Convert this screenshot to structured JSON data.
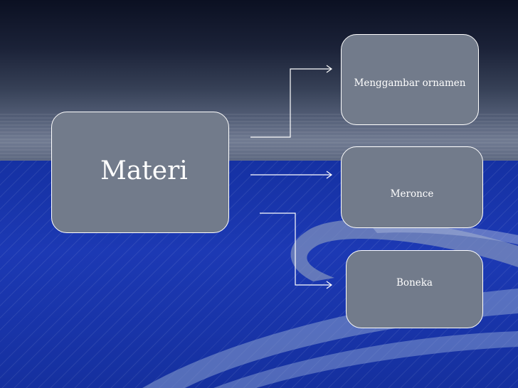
{
  "diagram": {
    "root": {
      "label": "Materi"
    },
    "children": [
      {
        "label": "Menggambar ornamen"
      },
      {
        "label": "Meronce"
      },
      {
        "label": "Boneka"
      }
    ]
  },
  "colors": {
    "box_fill": "#727b8b",
    "box_border": "#ffffff",
    "text": "#ffffff",
    "connector": "#ffffff",
    "background_top": "#2a3147",
    "background_bottom": "#1c39b4"
  }
}
